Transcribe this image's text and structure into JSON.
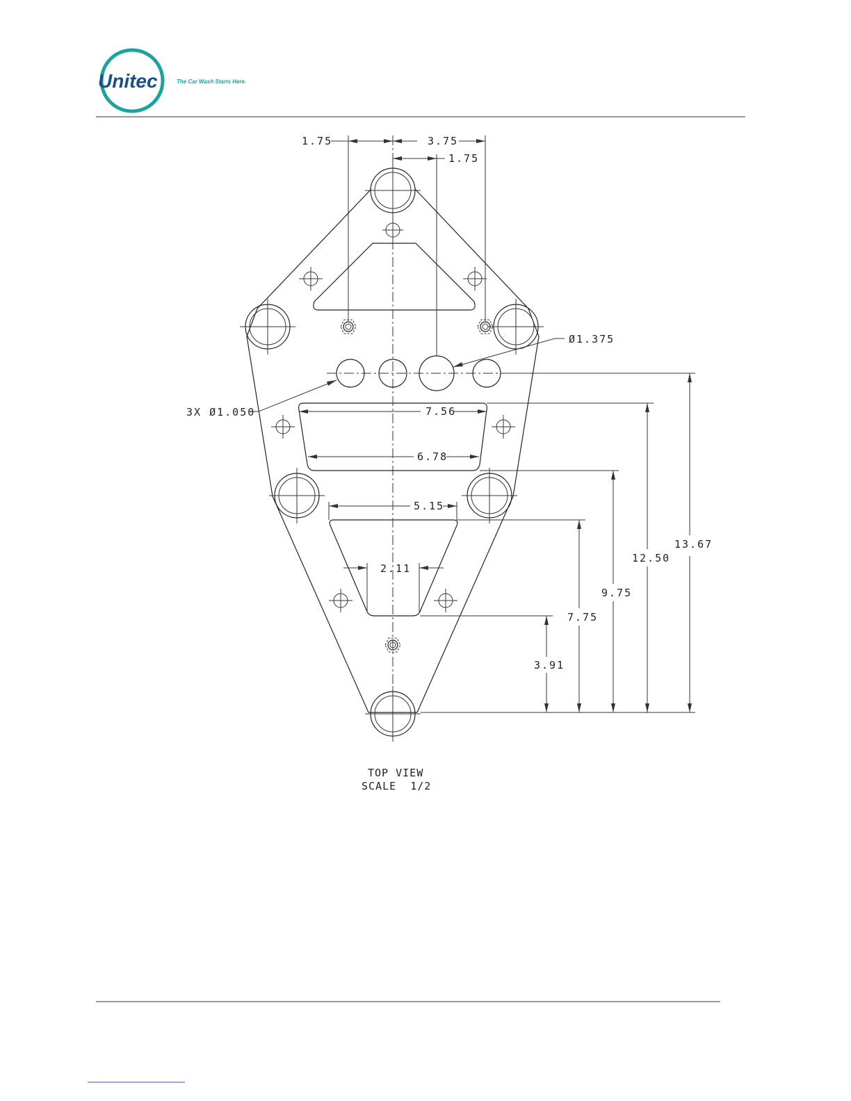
{
  "header": {
    "logo_text": "Unitec",
    "tagline": "The Car Wash Starts Here.",
    "brand_color": "#1aa3a0",
    "logo_text_color": "#1b4f8c"
  },
  "drawing": {
    "dimensions": {
      "d_1_75_left": "1.75",
      "d_3_75": "3.75",
      "d_1_75_right": "1.75",
      "d_hole_large": "Ø1.375",
      "d_hole_small": "3X Ø1.050",
      "d_7_56": "7.56",
      "d_6_78": "6.78",
      "d_5_15": "5.15",
      "d_2_11": "2.11",
      "d_3_91": "3.91",
      "d_7_75": "7.75",
      "d_9_75": "9.75",
      "d_12_50": "12.50",
      "d_13_67": "13.67"
    },
    "caption_line1": "TOP VIEW",
    "caption_line2": "SCALE  1/2"
  }
}
